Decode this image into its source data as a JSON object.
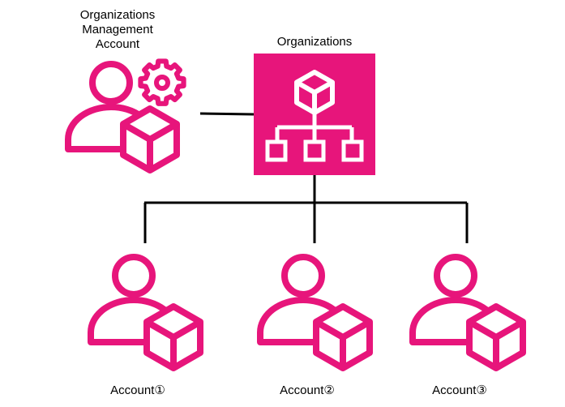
{
  "management": {
    "label_lines": [
      "Organizations",
      "Management",
      "Account"
    ],
    "icon": "management-account-icon"
  },
  "organizations": {
    "label": "Organizations",
    "icon": "organizations-icon"
  },
  "accounts": [
    {
      "label": "Account①",
      "icon": "account-icon"
    },
    {
      "label": "Account②",
      "icon": "account-icon"
    },
    {
      "label": "Account③",
      "icon": "account-icon"
    }
  ],
  "colors": {
    "accent": "#E7157B",
    "line": "#000000",
    "white": "#ffffff"
  }
}
